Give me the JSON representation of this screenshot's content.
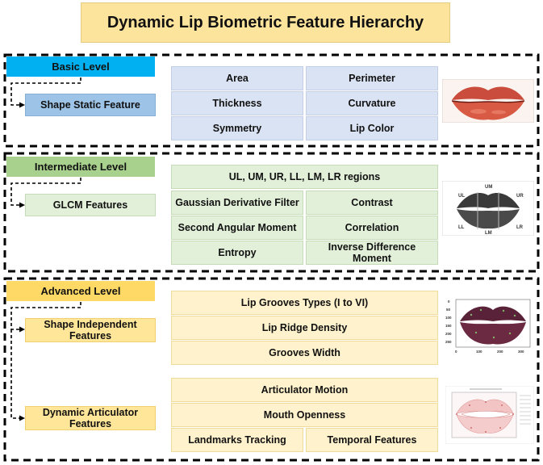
{
  "title": "Dynamic Lip Biometric Feature Hierarchy",
  "sections": [
    {
      "level": "Basic Level",
      "subgroups": [
        "Shape Static Feature"
      ],
      "cells": [
        "Area",
        "Perimeter",
        "Thickness",
        "Curvature",
        "Symmetry",
        "Lip Color"
      ]
    },
    {
      "level": "Intermediate Level",
      "subgroups": [
        "GLCM Features"
      ],
      "cells": [
        "UL, UM, UR, LL, LM, LR regions",
        "Gaussian Derivative Filter",
        "Contrast",
        "Second Angular Moment",
        "Correlation",
        "Entropy",
        "Inverse Difference Moment"
      ],
      "region_labels": [
        "UL",
        "UM",
        "UR",
        "LL",
        "LM",
        "LR"
      ]
    },
    {
      "level": "Advanced Level",
      "subgroups": [
        "Shape Independent Features",
        "Dynamic Articulator Features"
      ],
      "cells": [
        "Lip Grooves Types (I to VI)",
        "Lip Ridge Density",
        "Grooves Width",
        "Articulator Motion",
        "Mouth Openness",
        "Landmarks Tracking",
        "Temporal Features"
      ],
      "plot_ticks_y": [
        "0",
        "50",
        "100",
        "150",
        "200",
        "250"
      ],
      "plot_ticks_x": [
        "0",
        "100",
        "200",
        "300"
      ]
    }
  ],
  "colors": {
    "basic": "#00b0f0",
    "intermediate": "#a9d18e",
    "advanced": "#ffd966",
    "title_bg": "#fce49c"
  },
  "icons": [
    "lips-photo",
    "lip-regions-diagram",
    "lip-groove-plot",
    "lip-landmarks-chart"
  ]
}
